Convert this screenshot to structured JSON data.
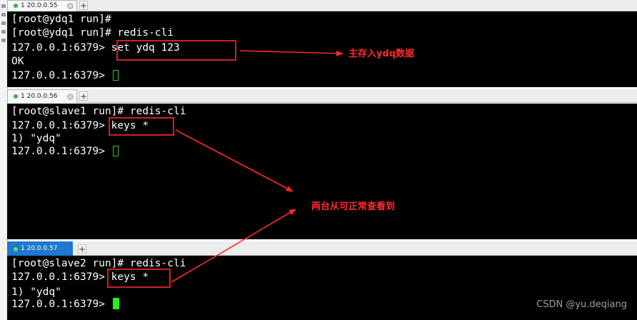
{
  "panes": [
    {
      "tab_label": "1 20.0.0.55",
      "tab_active": false,
      "lines": [
        "[root@ydq1 run]#",
        "[root@ydq1 run]# redis-cli",
        "127.0.0.1:6379> set ydq 123",
        "OK",
        "127.0.0.1:6379> "
      ],
      "cursor": "hollow"
    },
    {
      "tab_label": "1 20.0.0.56",
      "tab_active": false,
      "lines": [
        "[root@slave1 run]# redis-cli",
        "127.0.0.1:6379> keys *",
        "1) \"ydq\"",
        "127.0.0.1:6379> "
      ],
      "cursor": "hollow"
    },
    {
      "tab_label": "1 20.0.0.57",
      "tab_active": true,
      "lines": [
        "[root@slave2 run]# redis-cli",
        "127.0.0.1:6379> keys *",
        "1) \"ydq\"",
        "127.0.0.1:6379> "
      ],
      "cursor": "solid"
    }
  ],
  "new_tab_symbol": "+",
  "annotations": {
    "master": "主存入ydq数据",
    "slaves": "两台从可正常查看到"
  },
  "watermark": "CSDN @yu.deqiang",
  "colors": {
    "terminal_bg": "#000000",
    "terminal_fg": "#ffffff",
    "annotation_red": "#ff2a2a",
    "tab_active": "#1f78d1",
    "cursor_green": "#22ee22"
  }
}
